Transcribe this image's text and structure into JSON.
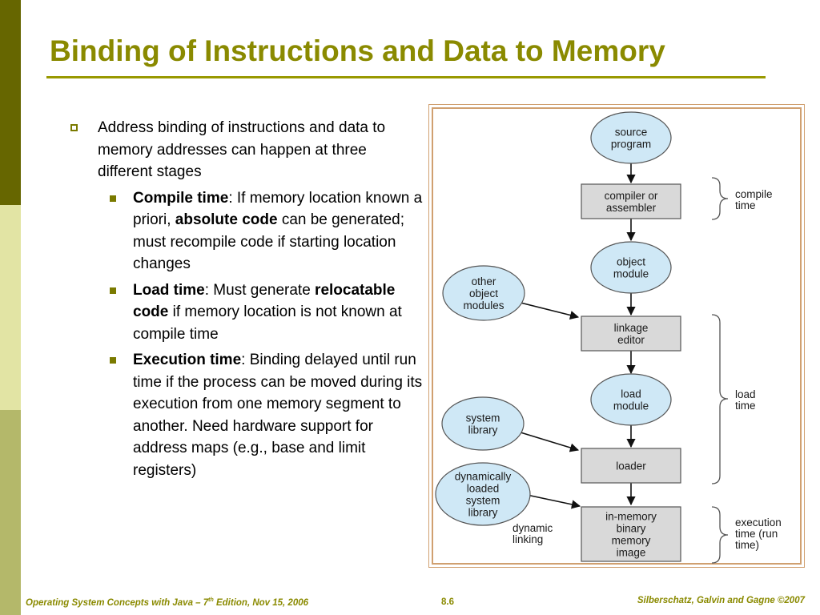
{
  "slide": {
    "title": "Binding of Instructions and Data to Memory",
    "bullet_main": "Address binding of instructions and data to memory addresses can happen at three different stages",
    "sub_bullets": [
      {
        "term": "Compile time",
        "sep": ":  ",
        "text1": "If memory location known a priori, ",
        "bold2": "absolute code",
        "text2": " can be generated; must recompile code if starting location changes"
      },
      {
        "term": "Load time",
        "sep": ":  ",
        "text1": "Must generate ",
        "bold2": "relocatable code",
        "text2": " if memory location is not known at compile time"
      },
      {
        "term": "Execution time",
        "sep": ":  ",
        "text1": "Binding delayed until run time if the process can be moved during its execution from one memory segment to another.  Need hardware support for address maps (e.g., base and limit registers)",
        "bold2": "",
        "text2": ""
      }
    ]
  },
  "diagram": {
    "nodes": {
      "source_program": [
        "source",
        "program"
      ],
      "compiler": [
        "compiler or",
        "assembler"
      ],
      "object_module": [
        "object",
        "module"
      ],
      "other_object_modules": [
        "other",
        "object",
        "modules"
      ],
      "linkage_editor": [
        "linkage",
        "editor"
      ],
      "load_module": [
        "load",
        "module"
      ],
      "system_library": [
        "system",
        "library"
      ],
      "loader": [
        "loader"
      ],
      "dynamically_loaded_system_library": [
        "dynamically",
        "loaded",
        "system",
        "library"
      ],
      "in_memory_binary_image": [
        "in-memory",
        "binary",
        "memory",
        "image"
      ]
    },
    "annotations": {
      "compile_time": [
        "compile",
        "time"
      ],
      "load_time": [
        "load",
        "time"
      ],
      "execution_time": [
        "execution",
        "time (run",
        "time)"
      ],
      "dynamic_linking": [
        "dynamic",
        "linking"
      ]
    },
    "colors": {
      "ellipse_fill": "#cfe8f6",
      "box_fill": "#d9d9d9",
      "stroke": "#555555"
    }
  },
  "footer": {
    "left_prefix": "Operating System Concepts with Java – 7",
    "left_sup": "th",
    "left_suffix": " Edition, Nov 15, 2006",
    "page": "8.6",
    "right": "Silberschatz, Galvin and Gagne ©2007"
  }
}
